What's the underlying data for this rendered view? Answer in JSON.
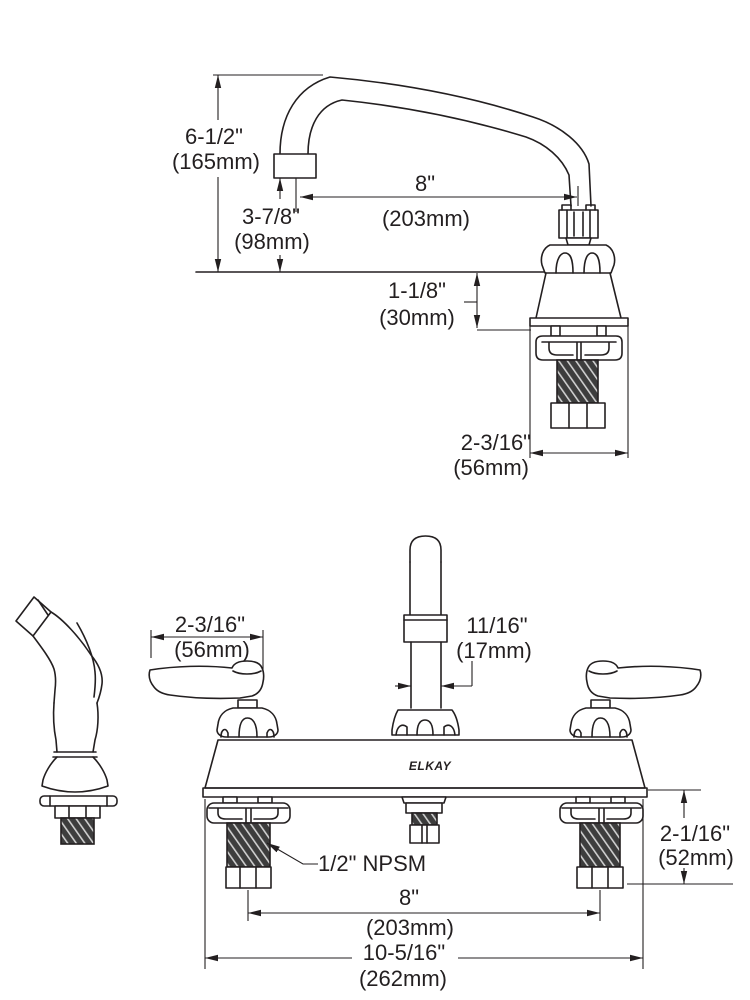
{
  "page": {
    "background": "#ffffff",
    "ink": "#231f20",
    "drawing_type": "faucet dimensional spec drawing"
  },
  "brand": {
    "logo_text": "ELKAY"
  },
  "views": {
    "top": {
      "title": "spout-side-elevation",
      "dims": {
        "spout_height": {
          "in": "6-1/2\"",
          "mm": "(165mm)"
        },
        "outlet_height": {
          "in": "3-7/8\"",
          "mm": "(98mm)"
        },
        "spout_reach": {
          "in": "8\"",
          "mm": "(203mm)"
        },
        "base_clearance": {
          "in": "1-1/8\"",
          "mm": "(30mm)"
        },
        "body_width": {
          "in": "2-3/16\"",
          "mm": "(56mm)"
        }
      }
    },
    "bottom": {
      "title": "front-elevation-with-side-spray",
      "dims": {
        "handle_length": {
          "in": "2-3/16\"",
          "mm": "(56mm)"
        },
        "riser_diameter": {
          "in": "11/16\"",
          "mm": "(17mm)"
        },
        "shank_length": {
          "in": "2-1/16\"",
          "mm": "(52mm)"
        },
        "supply_thread": {
          "spec": "1/2\" NPSM"
        },
        "faucet_centers": {
          "in": "8\"",
          "mm": "(203mm)"
        },
        "overall_width": {
          "in": "10-5/16\"",
          "mm": "(262mm)"
        }
      }
    }
  }
}
